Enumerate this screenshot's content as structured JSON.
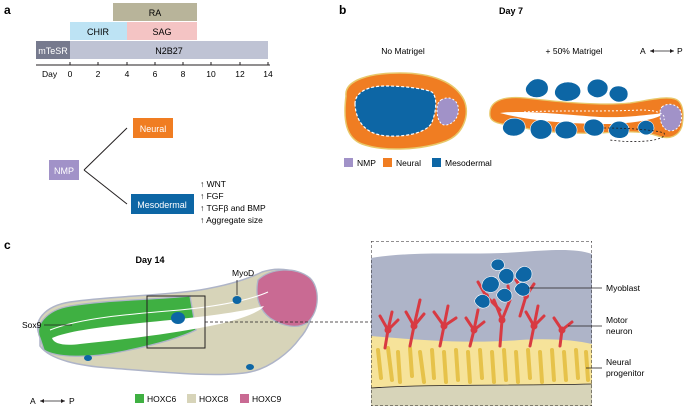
{
  "panel_a": {
    "label": "a",
    "bars": {
      "ra": "RA",
      "chir": "CHIR",
      "sag": "SAG",
      "mtesr": "mTeSR",
      "n2b27": "N2B27"
    },
    "axis_label": "Day",
    "ticks": [
      "0",
      "2",
      "4",
      "6",
      "8",
      "10",
      "12",
      "14"
    ],
    "nmp": "NMP",
    "neural": "Neural",
    "mesodermal": "Mesodermal",
    "factors": [
      "↑ WNT",
      "↑ FGF",
      "↑ TGFβ and BMP",
      "↑ Aggregate size"
    ]
  },
  "panel_b": {
    "label": "b",
    "title": "Day 7",
    "left_caption": "No Matrigel",
    "right_caption": "+ 50% Matrigel",
    "axis": {
      "a": "A",
      "p": "P"
    },
    "legend": [
      "NMP",
      "Neural",
      "Mesodermal"
    ]
  },
  "panel_c": {
    "label": "c",
    "title": "Day 14",
    "myod": "MyoD",
    "sox9": "Sox9",
    "axis": {
      "a": "A",
      "p": "P"
    },
    "legend": [
      "HOXC6",
      "HOXC8",
      "HOXC9"
    ],
    "inset_labels": {
      "myoblast": "Myoblast",
      "motor1": "Motor",
      "motor2": "neuron",
      "neural1": "Neural",
      "neural2": "progenitor"
    }
  },
  "colors": {
    "ra": "#b8b49a",
    "chir": "#bde3f4",
    "sag": "#f4c4c4",
    "mtesr": "#767a8e",
    "n2b27": "#bfc3d4",
    "nmp": "#a192c8",
    "neural": "#f07d22",
    "mesodermal": "#0d66a5",
    "hoxc6": "#3fb042",
    "hoxc8": "#d7d4b9",
    "hoxc9": "#c96a93",
    "tissue": "#aeb4c8",
    "motor_neuron": "#d83a42",
    "progenitor": "#efd26a"
  }
}
